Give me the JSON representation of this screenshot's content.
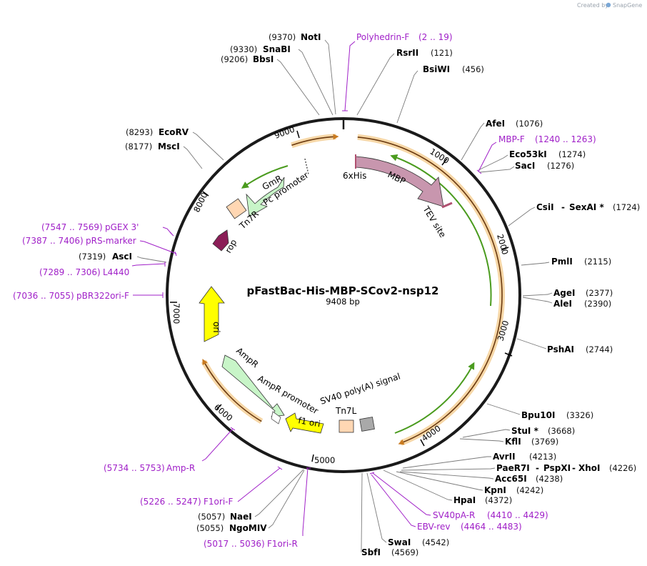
{
  "credit": {
    "text": "Created by",
    "brand": "SnapGene"
  },
  "plasmid": {
    "name": "pFastBac-His-MBP-SCov2-nsp12",
    "size": "9408 bp"
  },
  "ticks": [
    "1000",
    "2000",
    "3000",
    "4000",
    "5000",
    "6000",
    "7000",
    "8000",
    "9000"
  ],
  "features": [
    {
      "label": "6xHis"
    },
    {
      "label": "MBP"
    },
    {
      "label": "TEV site"
    },
    {
      "label": "GmR"
    },
    {
      "label": "Pc promoter"
    },
    {
      "label": "Tn7R"
    },
    {
      "label": "rop"
    },
    {
      "label": "ori"
    },
    {
      "label": "AmpR"
    },
    {
      "label": "AmpR promoter"
    },
    {
      "label": "f1 ori"
    },
    {
      "label": "SV40 poly(A) signal"
    },
    {
      "label": "Tn7L"
    }
  ],
  "enzymes": [
    {
      "pos": "(9370)",
      "name": "NotI"
    },
    {
      "pos": "(9330)",
      "name": "SnaBI"
    },
    {
      "pos": "(9206)",
      "name": "BbsI"
    },
    {
      "pos": "(121)",
      "name": "RsrII"
    },
    {
      "pos": "(456)",
      "name": "BsiWI"
    },
    {
      "pos": "(1076)",
      "name": "AfeI"
    },
    {
      "pos": "(1274)",
      "name": "Eco53kI"
    },
    {
      "pos": "(1276)",
      "name": "SacI"
    },
    {
      "pos": "(1724)",
      "name": "CsiI",
      "sep": "-",
      "name2": "SexAI *"
    },
    {
      "pos": "(2115)",
      "name": "PmlI"
    },
    {
      "pos": "(2377)",
      "name": "AgeI"
    },
    {
      "pos": "(2390)",
      "name": "AleI"
    },
    {
      "pos": "(2744)",
      "name": "PshAI"
    },
    {
      "pos": "(3326)",
      "name": "Bpu10I"
    },
    {
      "pos": "(3668)",
      "name": "StuI *"
    },
    {
      "pos": "(3769)",
      "name": "KflI"
    },
    {
      "pos": "(4213)",
      "name": "AvrII"
    },
    {
      "pos": "(4226)",
      "name": "PaeR7I",
      "sep": "-",
      "name2": "PspXI",
      "sep2": "-",
      "name3": "XhoI"
    },
    {
      "pos": "(4238)",
      "name": "Acc65I"
    },
    {
      "pos": "(4242)",
      "name": "KpnI"
    },
    {
      "pos": "(4372)",
      "name": "HpaI"
    },
    {
      "pos": "(4542)",
      "name": "SwaI"
    },
    {
      "pos": "(4569)",
      "name": "SbfI"
    },
    {
      "pos": "(5057)",
      "name": "NaeI"
    },
    {
      "pos": "(5055)",
      "name": "NgoMIV"
    },
    {
      "pos": "(7319)",
      "name": "AscI"
    },
    {
      "pos": "(8177)",
      "name": "MscI"
    },
    {
      "pos": "(8293)",
      "name": "EcoRV"
    }
  ],
  "primers": [
    {
      "name": "Polyhedrin-F",
      "range": "(2 .. 19)"
    },
    {
      "name": "MBP-F",
      "range": "(1240 .. 1263)"
    },
    {
      "name": "SV40pA-R",
      "range": "(4410 .. 4429)"
    },
    {
      "name": "EBV-rev",
      "range": "(4464 .. 4483)"
    },
    {
      "name": "F1ori-R",
      "range": "(5017 .. 5036)"
    },
    {
      "name": "F1ori-F",
      "range": "(5226 .. 5247)"
    },
    {
      "name": "Amp-R",
      "range": "(5734 .. 5753)"
    },
    {
      "name": "pBR322ori-F",
      "range": "(7036 .. 7055)"
    },
    {
      "name": "L4440",
      "range": "(7289 .. 7306)"
    },
    {
      "name": "pRS-marker",
      "range": "(7387 .. 7406)"
    },
    {
      "name": "pGEX 3'",
      "range": "(7547 .. 7569)"
    }
  ],
  "colors": {
    "backbone": "#1a1a1a",
    "mbp": "#c896ae",
    "gmr": "#c8f5c8",
    "ori": "#ffff00",
    "f1ori": "#ffff00",
    "rop": "#8b1e57",
    "tn7": "#ffd7b3",
    "sv40": "#a9a9a9",
    "orf_green": "#4a9b1e",
    "orf_orange": "#e8a04a",
    "primer": "#a020c8"
  }
}
